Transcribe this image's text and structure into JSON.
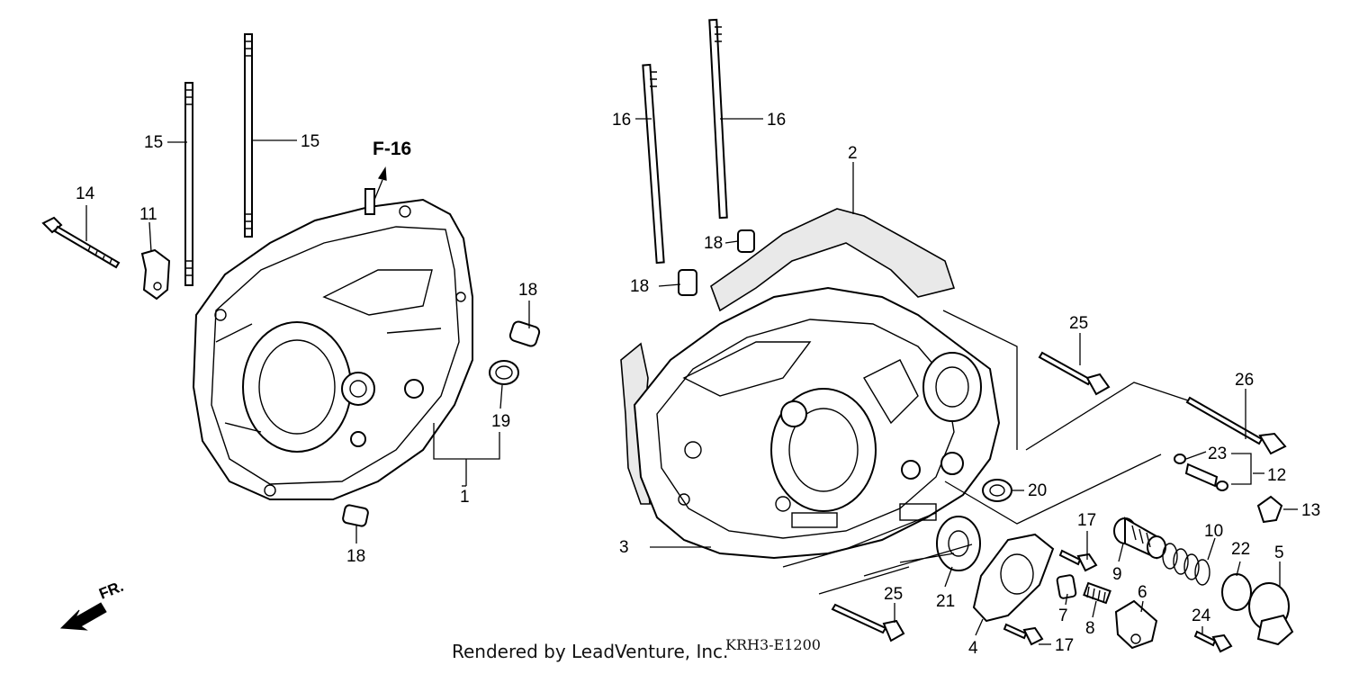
{
  "diagram": {
    "reference": "F-16",
    "direction": "FR.",
    "credit": "Rendered by LeadVenture, Inc.",
    "code": "KRH3-E1200",
    "callouts": [
      {
        "id": "c1",
        "text": "1"
      },
      {
        "id": "c2",
        "text": "2"
      },
      {
        "id": "c3",
        "text": "3"
      },
      {
        "id": "c4",
        "text": "4"
      },
      {
        "id": "c5",
        "text": "5"
      },
      {
        "id": "c6",
        "text": "6"
      },
      {
        "id": "c7",
        "text": "7"
      },
      {
        "id": "c8",
        "text": "8"
      },
      {
        "id": "c9",
        "text": "9"
      },
      {
        "id": "c10",
        "text": "10"
      },
      {
        "id": "c11",
        "text": "11"
      },
      {
        "id": "c12",
        "text": "12"
      },
      {
        "id": "c13",
        "text": "13"
      },
      {
        "id": "c14",
        "text": "14"
      },
      {
        "id": "c15a",
        "text": "15"
      },
      {
        "id": "c15b",
        "text": "15"
      },
      {
        "id": "c16a",
        "text": "16"
      },
      {
        "id": "c16b",
        "text": "16"
      },
      {
        "id": "c17a",
        "text": "17"
      },
      {
        "id": "c17b",
        "text": "17"
      },
      {
        "id": "c18a",
        "text": "18"
      },
      {
        "id": "c18b",
        "text": "18"
      },
      {
        "id": "c18c",
        "text": "18"
      },
      {
        "id": "c18d",
        "text": "18"
      },
      {
        "id": "c19",
        "text": "19"
      },
      {
        "id": "c20",
        "text": "20"
      },
      {
        "id": "c21",
        "text": "21"
      },
      {
        "id": "c22",
        "text": "22"
      },
      {
        "id": "c23",
        "text": "23"
      },
      {
        "id": "c24",
        "text": "24"
      },
      {
        "id": "c25a",
        "text": "25"
      },
      {
        "id": "c25b",
        "text": "25"
      },
      {
        "id": "c26",
        "text": "26"
      }
    ]
  }
}
